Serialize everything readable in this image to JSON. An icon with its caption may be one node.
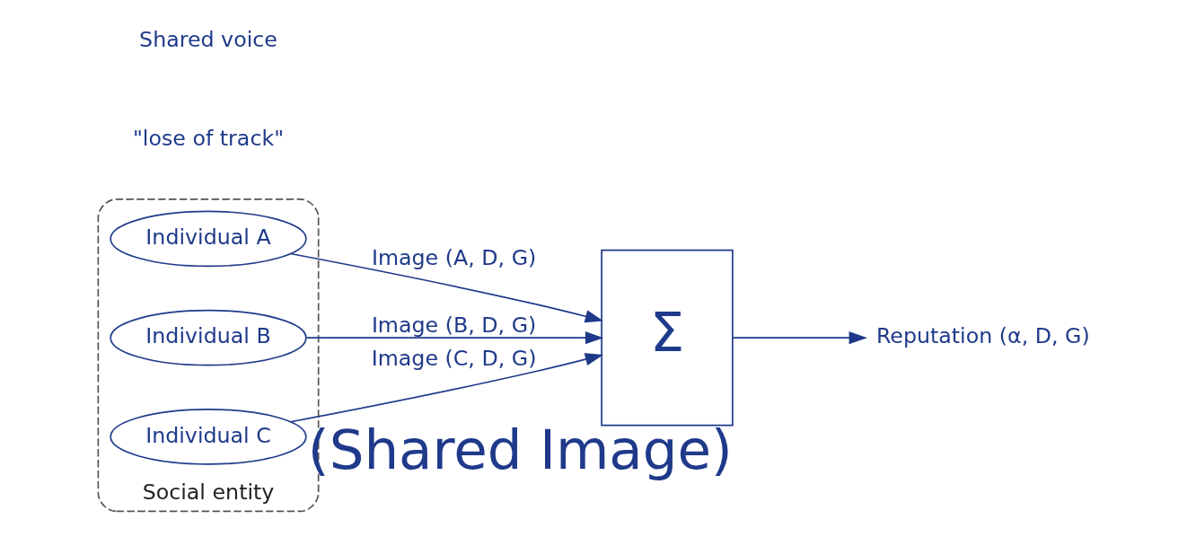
{
  "diagram": {
    "nodes": [
      {
        "text": [
          "Social entity"
        ]
      },
      {
        "text": [
          "Individual A"
        ],
        "in": 0
      },
      {
        "text": [
          "Individual B"
        ],
        "in": 0
      },
      {
        "text": [
          "Individual C"
        ],
        "in": 0
      },
      {
        "text": [
          "Σ"
        ],
        "beside": [
          "(Shared Image)"
        ]
      },
      {
        "text": [
          "Reputation (α, D, G)"
        ]
      }
    ],
    "edges": [
      {
        "from": 1,
        "to": 4,
        "arrow": "to",
        "label": "Image (A, D, G)"
      },
      {
        "from": 2,
        "to": 4,
        "arrow": "to",
        "label": "Image (B, D, G)"
      },
      {
        "from": 3,
        "to": 4,
        "arrow": "to",
        "label": "Image (C, D, G)"
      },
      {
        "from": 4,
        "to": 5,
        "arrow": "to"
      }
    ],
    "labels": [
      "\"lose of track\"",
      "Shared voice"
    ]
  }
}
